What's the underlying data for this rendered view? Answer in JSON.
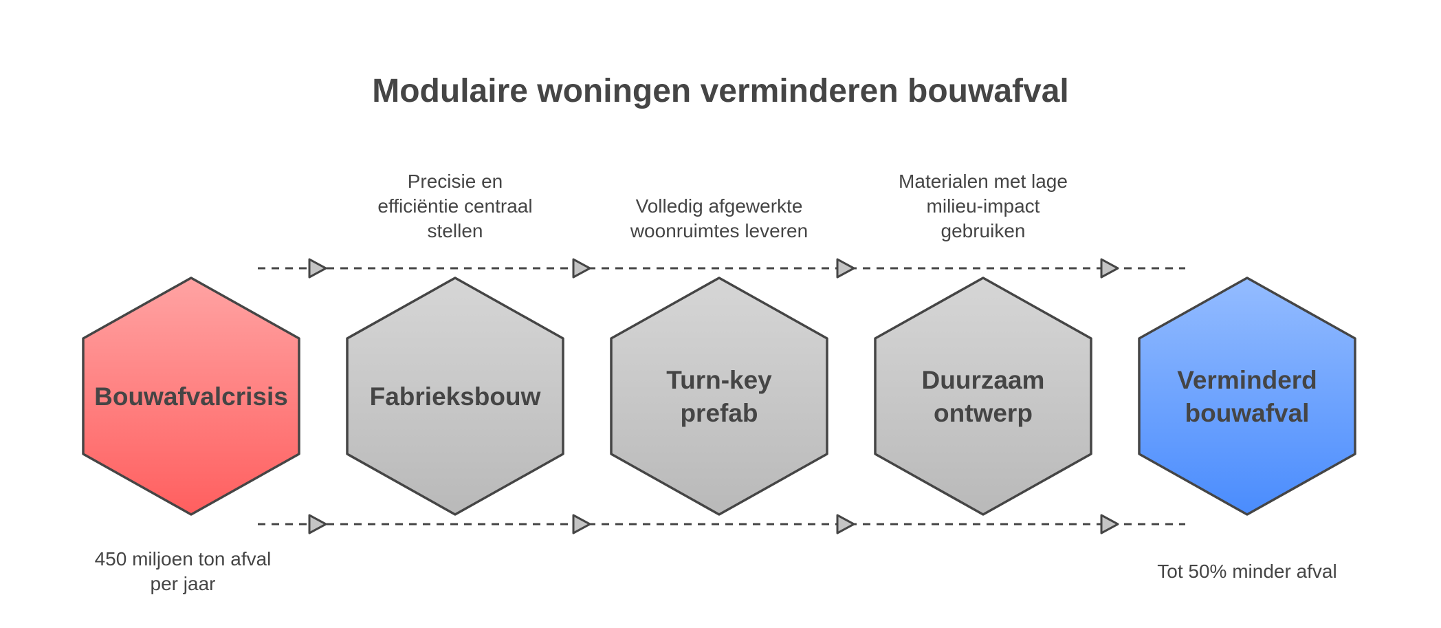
{
  "title": "Modulaire woningen verminderen bouwafval",
  "colors": {
    "text": "#454545",
    "start_fill_top": "#ffa3a3",
    "start_fill_bottom": "#ff5f5f",
    "step_fill_top": "#d6d6d6",
    "step_fill_bottom": "#b9b9b9",
    "end_fill_top": "#94bcff",
    "end_fill_bottom": "#4a8cfd",
    "arrow_fill": "#c4c4c4"
  },
  "stages": [
    {
      "id": "crisis",
      "label_lines": [
        "Bouwafvalcrisis"
      ],
      "style": "start"
    },
    {
      "id": "fabrieksbouw",
      "label_lines": [
        "Fabrieksbouw"
      ],
      "style": "step"
    },
    {
      "id": "turn-key",
      "label_lines": [
        "Turn-key",
        "prefab"
      ],
      "style": "step"
    },
    {
      "id": "duurzaam",
      "label_lines": [
        "Duurzaam",
        "ontwerp"
      ],
      "style": "step"
    },
    {
      "id": "resultaat",
      "label_lines": [
        "Verminderd",
        "bouwafval"
      ],
      "style": "end"
    }
  ],
  "top_notes": [
    {
      "stage": "fabrieksbouw",
      "lines": [
        "Precisie en",
        "efficiëntie centraal",
        "stellen"
      ]
    },
    {
      "stage": "turn-key",
      "lines": [
        "Volledig afgewerkte",
        "woonruimtes leveren"
      ]
    },
    {
      "stage": "duurzaam",
      "lines": [
        "Materialen met lage",
        "milieu-impact",
        "gebruiken"
      ]
    }
  ],
  "bottom_notes": [
    {
      "stage": "crisis",
      "lines": [
        "450 miljoen ton afval",
        "per jaar"
      ]
    },
    {
      "stage": "resultaat",
      "lines": [
        "Tot 50% minder afval"
      ]
    }
  ]
}
